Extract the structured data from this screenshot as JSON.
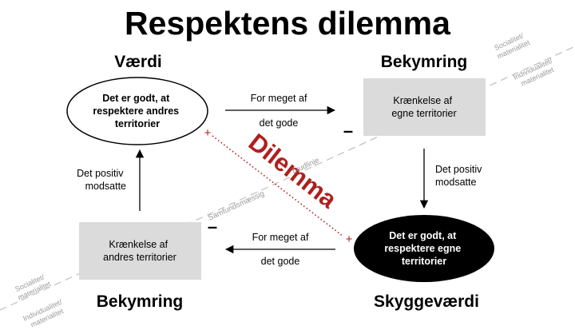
{
  "title": "Respektens dilemma",
  "colors": {
    "dilemma_red": "#b01e1e",
    "gray_box": "#dcdbdc",
    "divider_gray": "#c8c8c8",
    "faint_text": "#9a9a9a",
    "black": "#000000"
  },
  "quadrants": {
    "top_left": {
      "heading": "Værdi",
      "text_lines": [
        "Det er godt, at",
        "respektere andres",
        "territorier"
      ],
      "sign": "+"
    },
    "top_right": {
      "heading": "Bekymring",
      "text_lines": [
        "Krænkelse af",
        "egne territorier"
      ],
      "sign": "–"
    },
    "bottom_left": {
      "heading": "Bekymring",
      "text_lines": [
        "Krænkelse af",
        "andres territorier"
      ],
      "sign": "–"
    },
    "bottom_right": {
      "heading": "Skyggeværdi",
      "text_lines": [
        "Det er godt, at",
        "respektere egne",
        "territorier"
      ],
      "sign": "+"
    }
  },
  "arrows": {
    "top": [
      "For meget af",
      "det gode"
    ],
    "bottom": [
      "For meget af",
      "det gode"
    ],
    "left": [
      "Det positiv",
      "modsatte"
    ],
    "right": [
      "Det positiv",
      "modsatte"
    ]
  },
  "dilemma_label": "Dilemma",
  "divider": {
    "center_upper": "brudlinje",
    "center_lower": "Samfundsmæssig",
    "upper_right_above": [
      "Socialitet/",
      "materialitet"
    ],
    "upper_right_below": [
      "Individualitet/",
      "materialitet"
    ],
    "lower_left_above": [
      "Socialitet/",
      "materialitet"
    ],
    "lower_left_below": [
      "Individualitet/",
      "materialitet"
    ]
  }
}
